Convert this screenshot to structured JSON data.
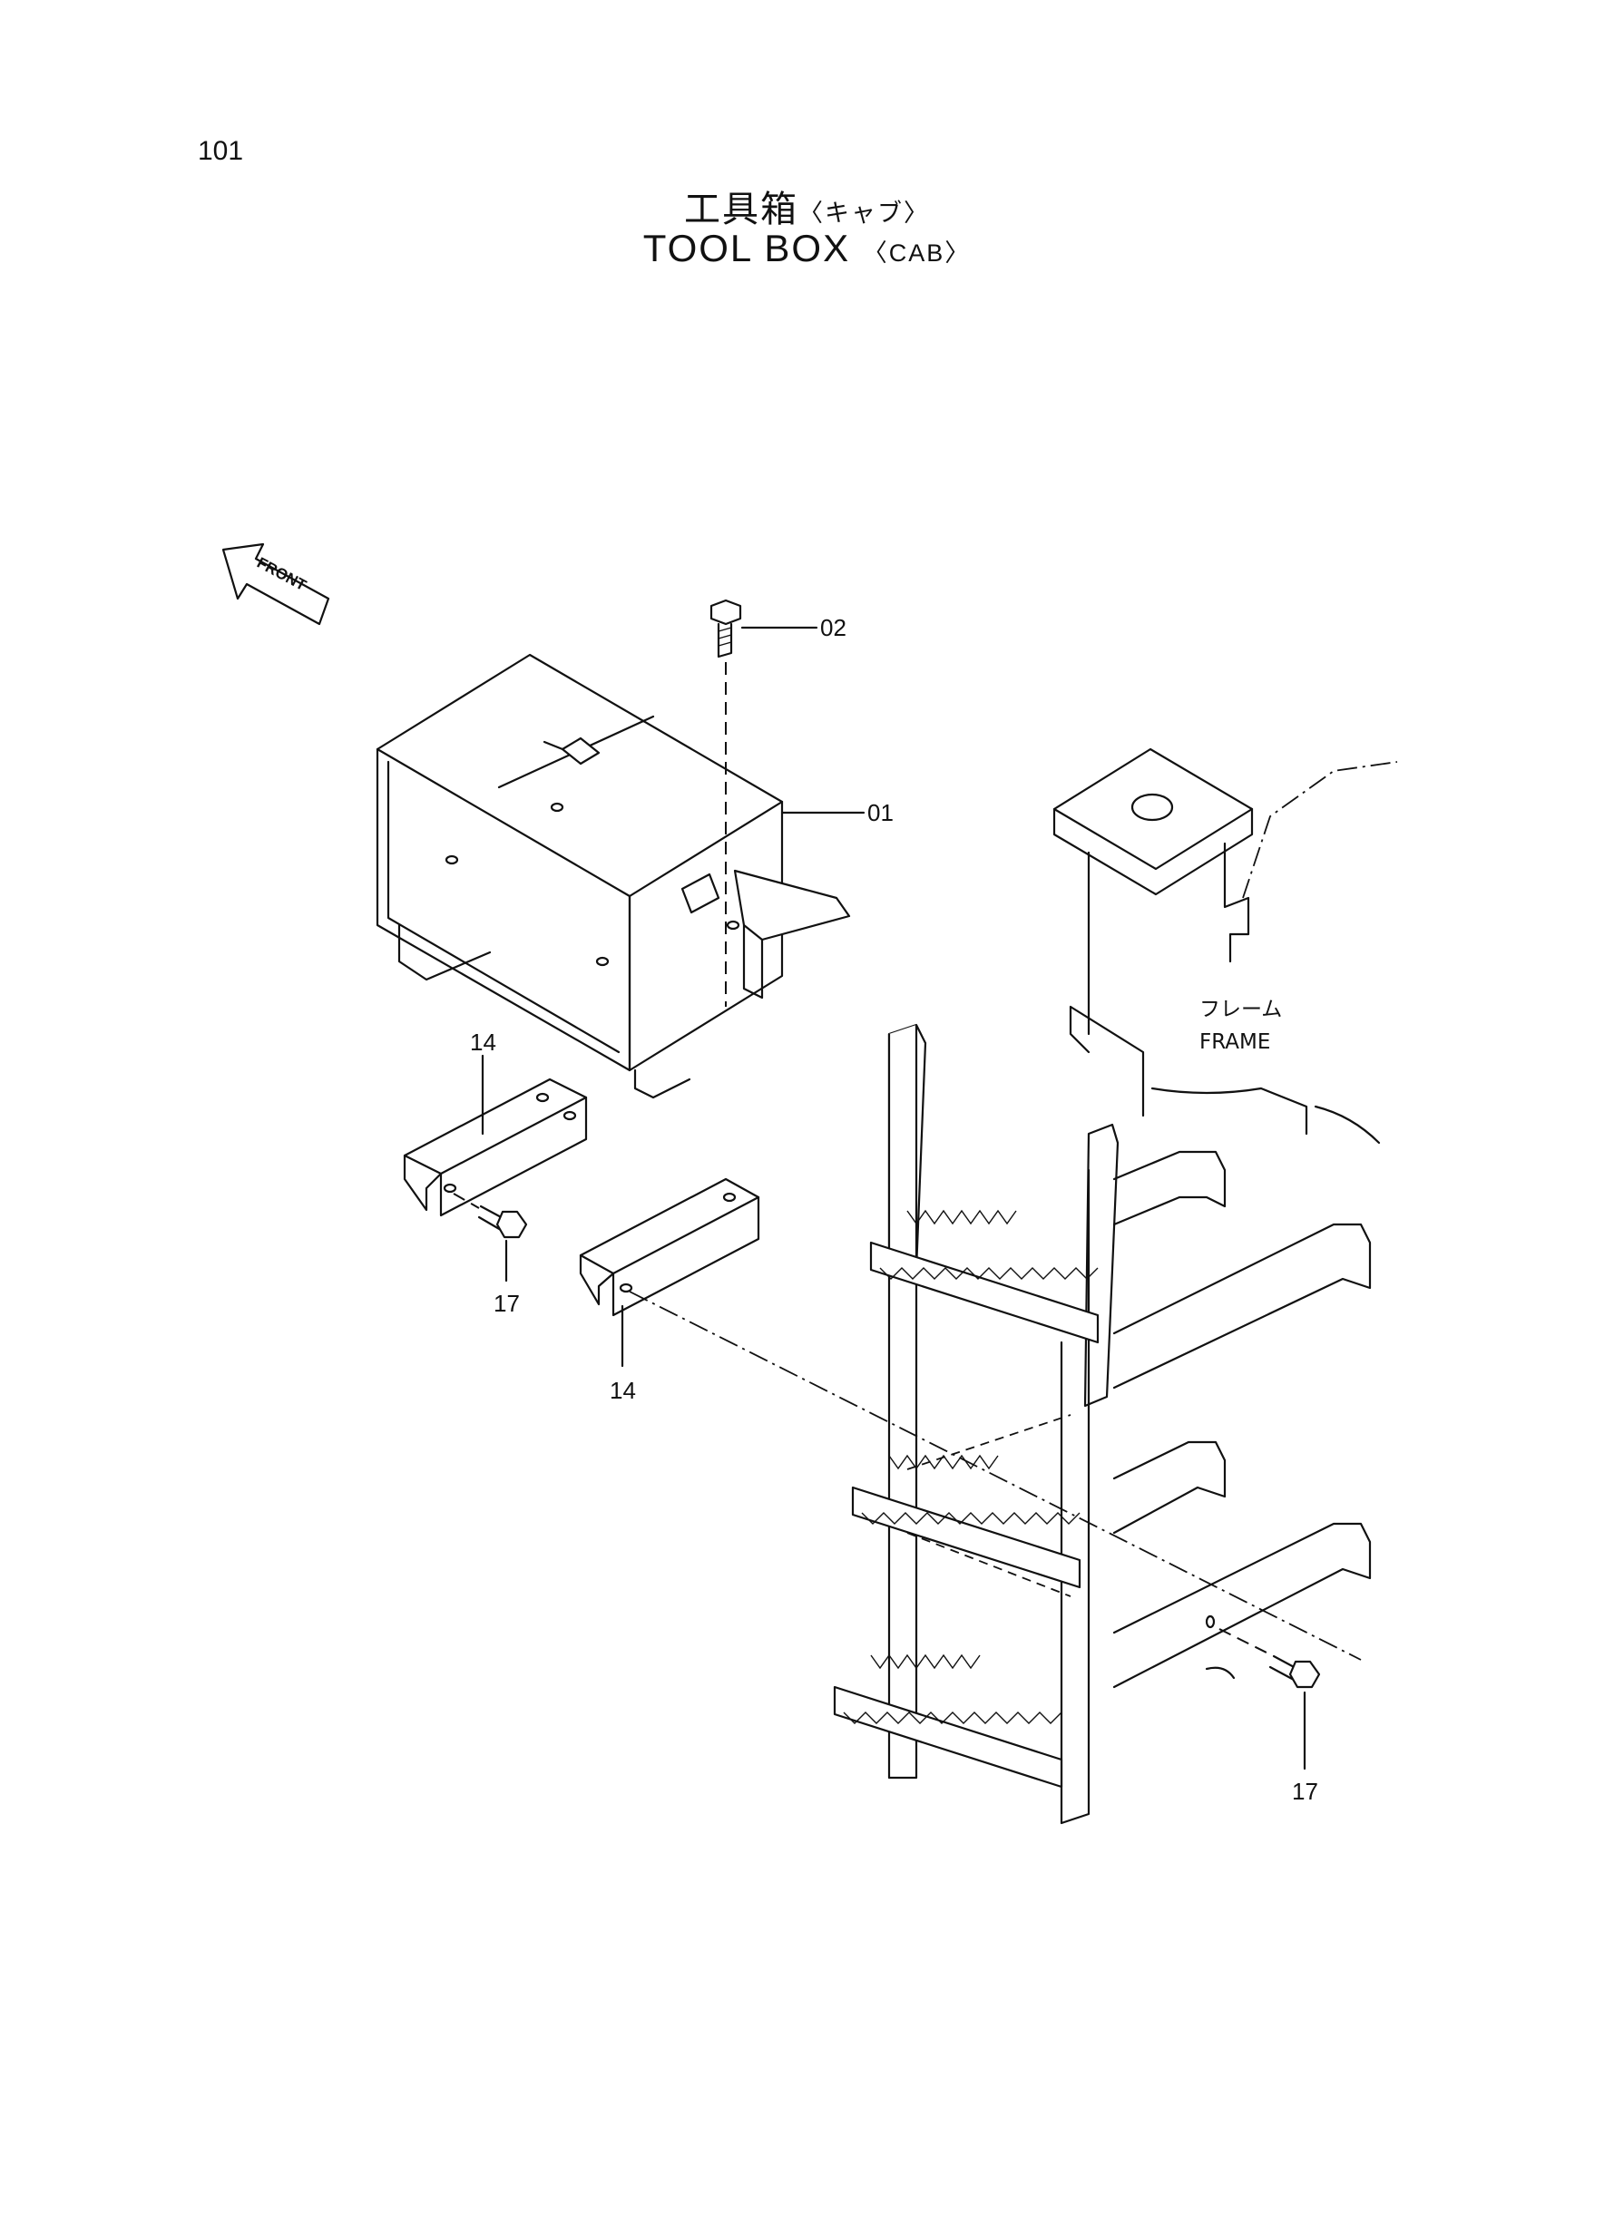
{
  "page": {
    "number": "101"
  },
  "title": {
    "japanese": "工具箱",
    "japanese_sub": "〈キャブ〉",
    "english": "TOOL  BOX",
    "english_sub": "〈CAB〉"
  },
  "orientation": {
    "label": "FRONT"
  },
  "frame_label": {
    "japanese": "フレーム",
    "english": "FRAME"
  },
  "callouts": {
    "bolt_top": "02",
    "tool_box": "01",
    "bracket_upper": "14",
    "bolt_left": "17",
    "bracket_lower": "14",
    "bolt_right": "17"
  }
}
